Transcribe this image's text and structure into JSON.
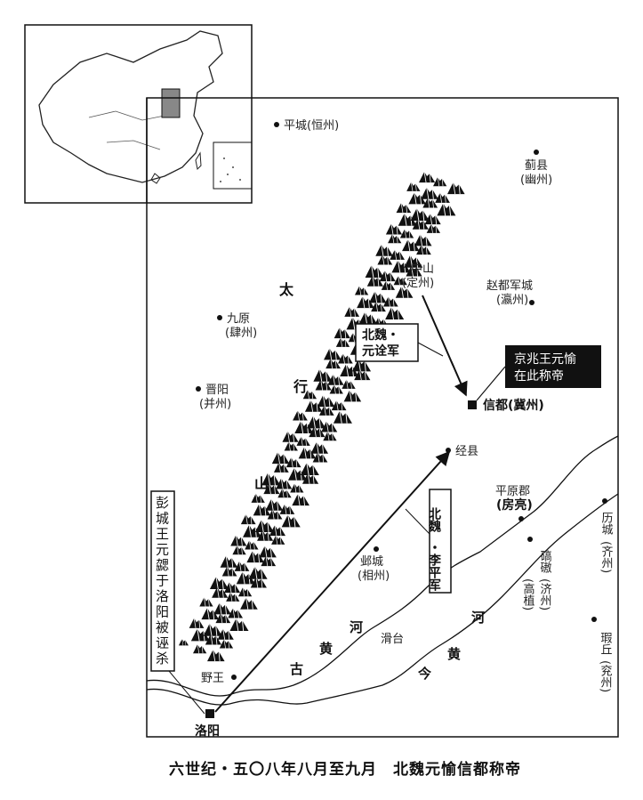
{
  "caption": "六世纪・五〇八年八月至九月　北魏元愉信都称帝",
  "places": {
    "pingcheng": "平城(恒州)",
    "jixian": "蓟县",
    "jixian_sub": "(幽州)",
    "zhongshan": "中山",
    "zhongshan_sub": "(定州)",
    "zhaodu": "赵都军城",
    "zhaodu_sub": "(瀛州)",
    "jiuyuan": "九原",
    "jiuyuan_sub": "(肆州)",
    "jinyang": "晋阳",
    "jinyang_sub": "(并州)",
    "xindu": "信都(冀州)",
    "jingxian": "经县",
    "pingyuan": "平原郡",
    "pingyuan_sub": "(房亮)",
    "licheng": "历城",
    "licheng_sub": "(齐州)",
    "qiao": "碻磝",
    "qiao_sub1": "(济州)",
    "qiao_sub2": "(高植)",
    "yecheng": "邺城",
    "yecheng_sub": "(相州)",
    "huatai": "滑台",
    "xiaqiu": "瑕丘",
    "xiaqiu_sub": "(兖州)",
    "yewang": "野王",
    "luoyang": "洛阳"
  },
  "mountain_chars": [
    "太",
    "行",
    "山"
  ],
  "rivers": {
    "old": [
      "古",
      "黄",
      "河"
    ],
    "new": [
      "今",
      "黄",
      "河"
    ]
  },
  "army_labels": {
    "yuanquan": [
      "北魏・",
      "元诠军"
    ],
    "lipin": [
      "北魏",
      "・",
      "李平军"
    ]
  },
  "callouts": {
    "yuanyu": [
      "京兆王元愉",
      "在此称帝"
    ],
    "yuanxie": [
      "彭",
      "城",
      "王",
      "元",
      "勰",
      "于",
      "洛",
      "阳",
      "被",
      "诬",
      "杀"
    ]
  }
}
